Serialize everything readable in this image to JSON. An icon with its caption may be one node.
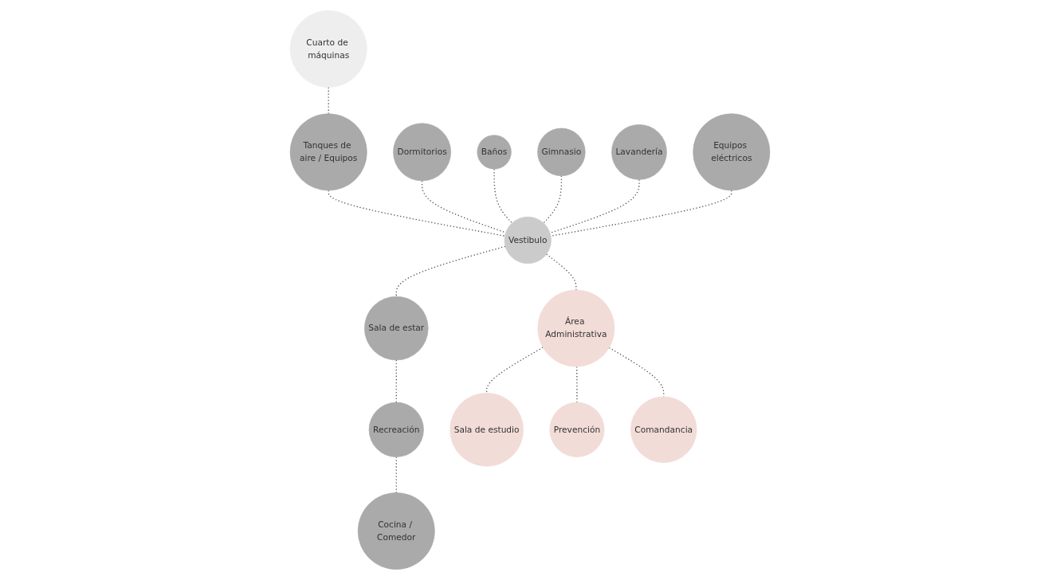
{
  "diagram": {
    "nodes": [
      {
        "text": [
          "Tanques de aire / Equipos"
        ]
      },
      {
        "text": [
          "Dormitorios"
        ]
      },
      {
        "text": [
          "Baños"
        ]
      },
      {
        "text": [
          "Gimnasio"
        ]
      },
      {
        "text": [
          "Lavandería"
        ]
      },
      {
        "text": [
          "Equipos eléctricos"
        ]
      },
      {
        "text": [
          "Cuarto de máquinas"
        ]
      },
      {
        "text": [
          "Vestibulo"
        ]
      },
      {
        "text": [
          "Sala de estar"
        ]
      },
      {
        "text": [
          "Recreación"
        ]
      },
      {
        "text": [
          "Área Administrativa"
        ]
      },
      {
        "text": [
          "Sala de estudio"
        ]
      },
      {
        "text": [
          "Prevención"
        ]
      },
      {
        "text": [
          "Comandancia"
        ]
      },
      {
        "text": [
          "Cocina / Comedor"
        ]
      }
    ],
    "edges": [
      {
        "from": 6,
        "to": 0,
        "arrow": "none",
        "style": "dashed"
      },
      {
        "from": 0,
        "to": 7,
        "arrow": "none",
        "style": "dashed"
      },
      {
        "from": 1,
        "to": 7,
        "arrow": "none",
        "style": "dashed"
      },
      {
        "from": 2,
        "to": 7,
        "arrow": "none",
        "style": "dashed"
      },
      {
        "from": 3,
        "to": 7,
        "arrow": "none",
        "style": "dashed"
      },
      {
        "from": 4,
        "to": 7,
        "arrow": "none",
        "style": "dashed"
      },
      {
        "from": 5,
        "to": 7,
        "arrow": "none",
        "style": "dashed"
      },
      {
        "from": 7,
        "to": 8,
        "arrow": "none",
        "style": "dashed"
      },
      {
        "from": 8,
        "to": 9,
        "arrow": "none",
        "style": "dashed"
      },
      {
        "from": 9,
        "to": 14,
        "arrow": "none",
        "style": "dashed"
      },
      {
        "from": 7,
        "to": 10,
        "arrow": "none",
        "style": "dashed"
      },
      {
        "from": 10,
        "to": 11,
        "arrow": "none",
        "style": "dashed"
      },
      {
        "from": 10,
        "to": 12,
        "arrow": "none",
        "style": "dashed"
      },
      {
        "from": 10,
        "to": 13,
        "arrow": "none",
        "style": "dashed"
      }
    ]
  }
}
